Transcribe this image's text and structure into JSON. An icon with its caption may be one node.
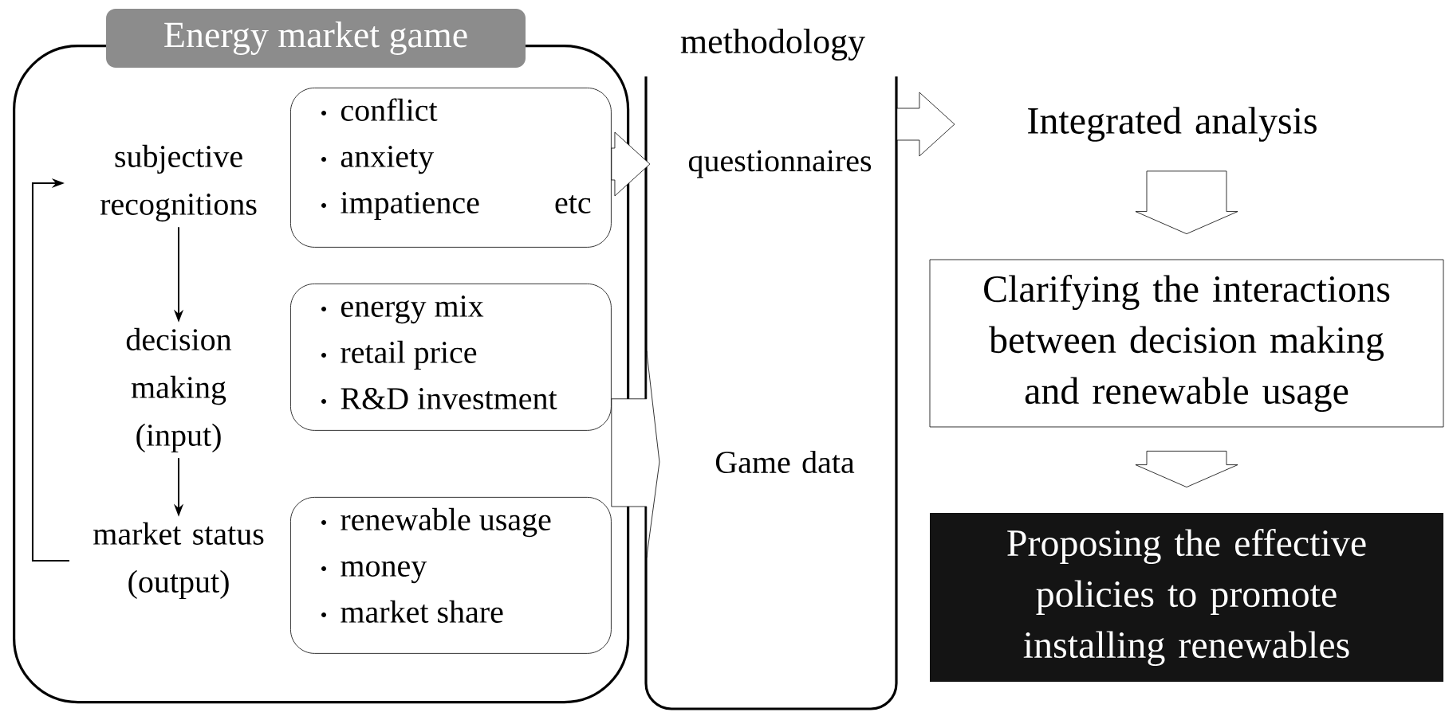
{
  "diagram": {
    "nodes": [
      {
        "text": [
          "Energy market game"
        ]
      },
      {
        "text": [
          "subjective recognitions"
        ],
        "in": 0
      },
      {
        "text": [
          "conflict",
          "anxiety",
          "impatience",
          "etc"
        ],
        "in": 0
      },
      {
        "text": [
          "decision making (input)"
        ],
        "in": 0
      },
      {
        "text": [
          "energy mix",
          "retail price",
          "R&D investment"
        ],
        "in": 0
      },
      {
        "text": [
          "market status (output)"
        ],
        "in": 0
      },
      {
        "text": [
          "renewable usage",
          "money",
          "market share"
        ],
        "in": 0
      },
      {
        "text": [
          "methodology"
        ]
      },
      {
        "text": [
          "questionnaires"
        ],
        "in": 7
      },
      {
        "text": [
          "Game data"
        ],
        "in": 7
      },
      {
        "text": [
          "Integrated analysis"
        ]
      },
      {
        "text": [
          "Clarifying the interactions between decision making and renewable usage"
        ]
      },
      {
        "text": [
          "Proposing the effective policies to promote installing renewables"
        ]
      }
    ],
    "edges": [
      {
        "from": 1,
        "to": 3,
        "arrow": "to"
      },
      {
        "from": 3,
        "to": 5,
        "arrow": "to"
      },
      {
        "from": 5,
        "to": 1,
        "arrow": "to"
      },
      {
        "from": 2,
        "to": 8,
        "arrow": "to",
        "style": "thick"
      },
      {
        "from": 4,
        "to": 9,
        "arrow": "to",
        "style": "thick"
      },
      {
        "from": 6,
        "to": 9,
        "arrow": "to",
        "style": "thick"
      },
      {
        "from": 7,
        "to": 10,
        "arrow": "to",
        "style": "thick"
      },
      {
        "from": 10,
        "to": 11,
        "arrow": "to",
        "style": "thick"
      },
      {
        "from": 11,
        "to": 12,
        "arrow": "to",
        "style": "thick"
      }
    ]
  }
}
